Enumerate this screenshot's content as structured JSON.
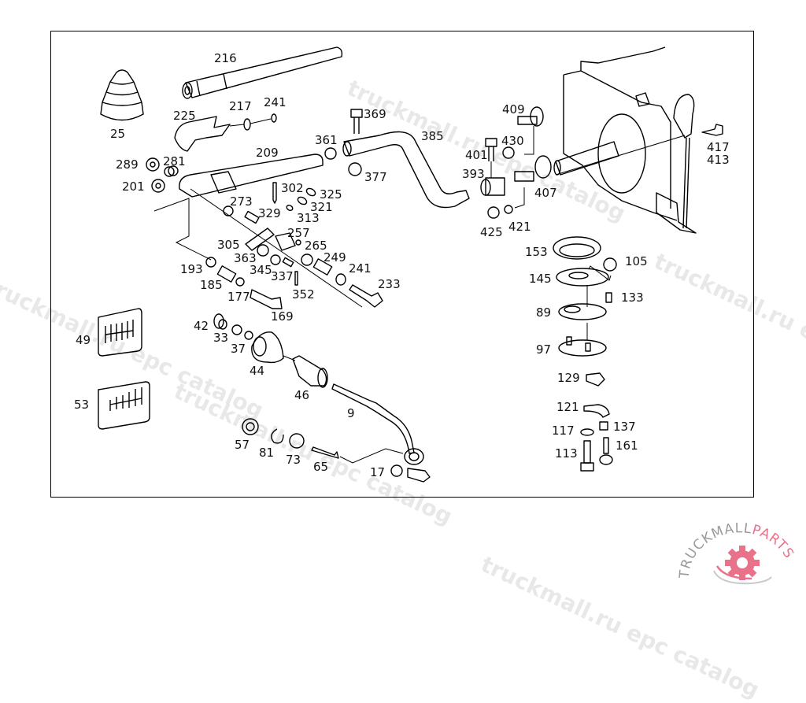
{
  "diagram": {
    "title": "Gear shift mechanism – exploded parts view",
    "callouts": [
      {
        "id": "216",
        "label": "216"
      },
      {
        "id": "25",
        "label": "25"
      },
      {
        "id": "217",
        "label": "217"
      },
      {
        "id": "241a",
        "label": "241"
      },
      {
        "id": "225",
        "label": "225"
      },
      {
        "id": "209",
        "label": "209"
      },
      {
        "id": "289",
        "label": "289"
      },
      {
        "id": "281",
        "label": "281"
      },
      {
        "id": "201",
        "label": "201"
      },
      {
        "id": "273",
        "label": "273"
      },
      {
        "id": "302",
        "label": "302"
      },
      {
        "id": "325",
        "label": "325"
      },
      {
        "id": "321",
        "label": "321"
      },
      {
        "id": "329",
        "label": "329"
      },
      {
        "id": "313",
        "label": "313"
      },
      {
        "id": "257",
        "label": "257"
      },
      {
        "id": "305",
        "label": "305"
      },
      {
        "id": "265",
        "label": "265"
      },
      {
        "id": "363",
        "label": "363"
      },
      {
        "id": "249",
        "label": "249"
      },
      {
        "id": "241b",
        "label": "241"
      },
      {
        "id": "345",
        "label": "345"
      },
      {
        "id": "337",
        "label": "337"
      },
      {
        "id": "193",
        "label": "193"
      },
      {
        "id": "233",
        "label": "233"
      },
      {
        "id": "185",
        "label": "185"
      },
      {
        "id": "352",
        "label": "352"
      },
      {
        "id": "177",
        "label": "177"
      },
      {
        "id": "169",
        "label": "169"
      },
      {
        "id": "369",
        "label": "369"
      },
      {
        "id": "361",
        "label": "361"
      },
      {
        "id": "385",
        "label": "385"
      },
      {
        "id": "377",
        "label": "377"
      },
      {
        "id": "409",
        "label": "409"
      },
      {
        "id": "430",
        "label": "430"
      },
      {
        "id": "401",
        "label": "401"
      },
      {
        "id": "393",
        "label": "393"
      },
      {
        "id": "407",
        "label": "407"
      },
      {
        "id": "425",
        "label": "425"
      },
      {
        "id": "421",
        "label": "421"
      },
      {
        "id": "417",
        "label": "417"
      },
      {
        "id": "413",
        "label": "413"
      },
      {
        "id": "153",
        "label": "153"
      },
      {
        "id": "105",
        "label": "105"
      },
      {
        "id": "145",
        "label": "145"
      },
      {
        "id": "133",
        "label": "133"
      },
      {
        "id": "89",
        "label": "89"
      },
      {
        "id": "97",
        "label": "97"
      },
      {
        "id": "129",
        "label": "129"
      },
      {
        "id": "121",
        "label": "121"
      },
      {
        "id": "117",
        "label": "117"
      },
      {
        "id": "137",
        "label": "137"
      },
      {
        "id": "113",
        "label": "113"
      },
      {
        "id": "161",
        "label": "161"
      },
      {
        "id": "49",
        "label": "49"
      },
      {
        "id": "53",
        "label": "53"
      },
      {
        "id": "42",
        "label": "42"
      },
      {
        "id": "33",
        "label": "33"
      },
      {
        "id": "37",
        "label": "37"
      },
      {
        "id": "44",
        "label": "44"
      },
      {
        "id": "46",
        "label": "46"
      },
      {
        "id": "9",
        "label": "9"
      },
      {
        "id": "57",
        "label": "57"
      },
      {
        "id": "81",
        "label": "81"
      },
      {
        "id": "73",
        "label": "73"
      },
      {
        "id": "65",
        "label": "65"
      },
      {
        "id": "17",
        "label": "17"
      }
    ]
  },
  "watermarks": [
    "truckmall.ru epc catalog",
    "truckmall.ru epc catalog",
    "truckmall.ru epc catalog",
    "truckmall.ru epc catalog",
    "truckmall.ru epc catalog"
  ],
  "logo": {
    "text_dark": "TRUCKMALL",
    "text_accent": "PARTS",
    "accent_color": "#e8728a",
    "dark_color": "#9a9a9a"
  }
}
